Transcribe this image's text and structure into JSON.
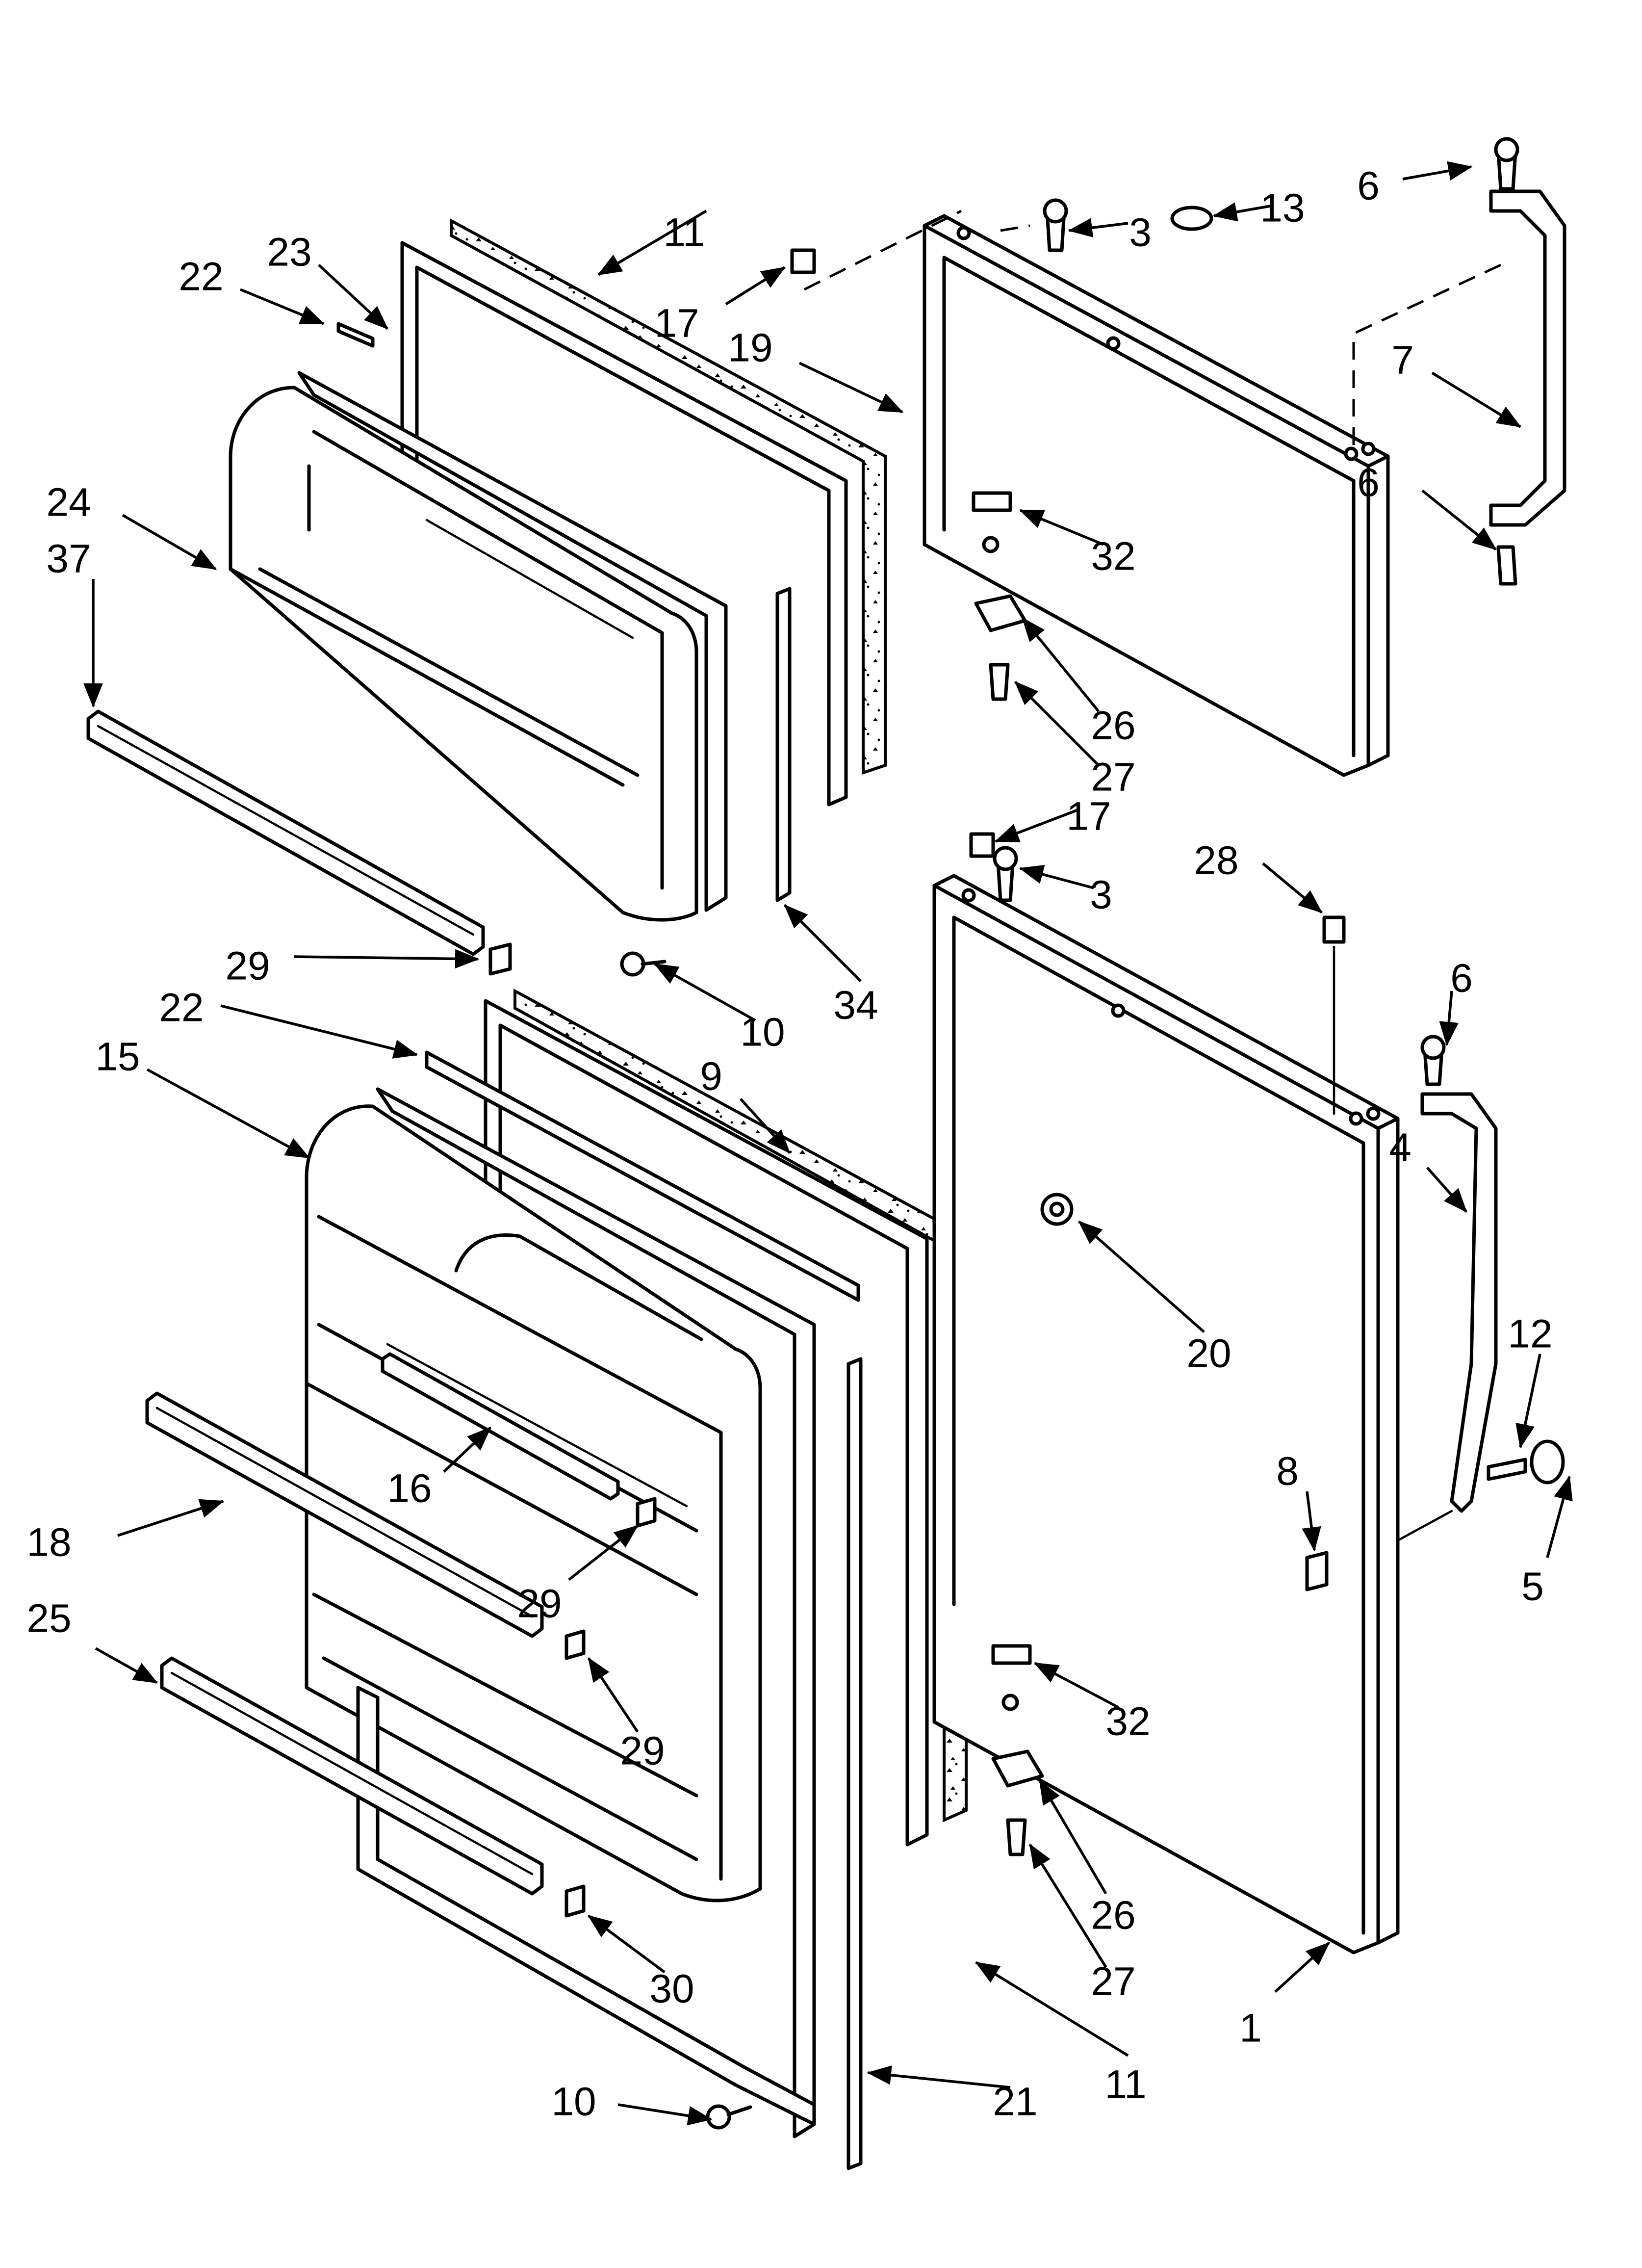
{
  "diagram": {
    "type": "exploded-parts-view",
    "callouts": [
      {
        "id": "c11a",
        "label": "11"
      },
      {
        "id": "c23",
        "label": "23"
      },
      {
        "id": "c22a",
        "label": "22"
      },
      {
        "id": "c17a",
        "label": "17"
      },
      {
        "id": "c19",
        "label": "19"
      },
      {
        "id": "c3a",
        "label": "3"
      },
      {
        "id": "c13",
        "label": "13"
      },
      {
        "id": "c6a",
        "label": "6"
      },
      {
        "id": "c7",
        "label": "7"
      },
      {
        "id": "c6b",
        "label": "6"
      },
      {
        "id": "c24",
        "label": "24"
      },
      {
        "id": "c37",
        "label": "37"
      },
      {
        "id": "c32a",
        "label": "32"
      },
      {
        "id": "c26a",
        "label": "26"
      },
      {
        "id": "c27a",
        "label": "27"
      },
      {
        "id": "c17b",
        "label": "17"
      },
      {
        "id": "c3b",
        "label": "3"
      },
      {
        "id": "c28",
        "label": "28"
      },
      {
        "id": "c29a",
        "label": "29"
      },
      {
        "id": "c10a",
        "label": "10"
      },
      {
        "id": "c34",
        "label": "34"
      },
      {
        "id": "c22b",
        "label": "22"
      },
      {
        "id": "c15",
        "label": "15"
      },
      {
        "id": "c9",
        "label": "9"
      },
      {
        "id": "c6c",
        "label": "6"
      },
      {
        "id": "c4",
        "label": "4"
      },
      {
        "id": "c20",
        "label": "20"
      },
      {
        "id": "c12",
        "label": "12"
      },
      {
        "id": "c16",
        "label": "16"
      },
      {
        "id": "c18",
        "label": "18"
      },
      {
        "id": "c8",
        "label": "8"
      },
      {
        "id": "c29b",
        "label": "29"
      },
      {
        "id": "c5",
        "label": "5"
      },
      {
        "id": "c25",
        "label": "25"
      },
      {
        "id": "c29c",
        "label": "29"
      },
      {
        "id": "c32b",
        "label": "32"
      },
      {
        "id": "c26b",
        "label": "26"
      },
      {
        "id": "c30",
        "label": "30"
      },
      {
        "id": "c27b",
        "label": "27"
      },
      {
        "id": "c1",
        "label": "1"
      },
      {
        "id": "c11b",
        "label": "11"
      },
      {
        "id": "c10b",
        "label": "10"
      },
      {
        "id": "c21",
        "label": "21"
      }
    ]
  }
}
